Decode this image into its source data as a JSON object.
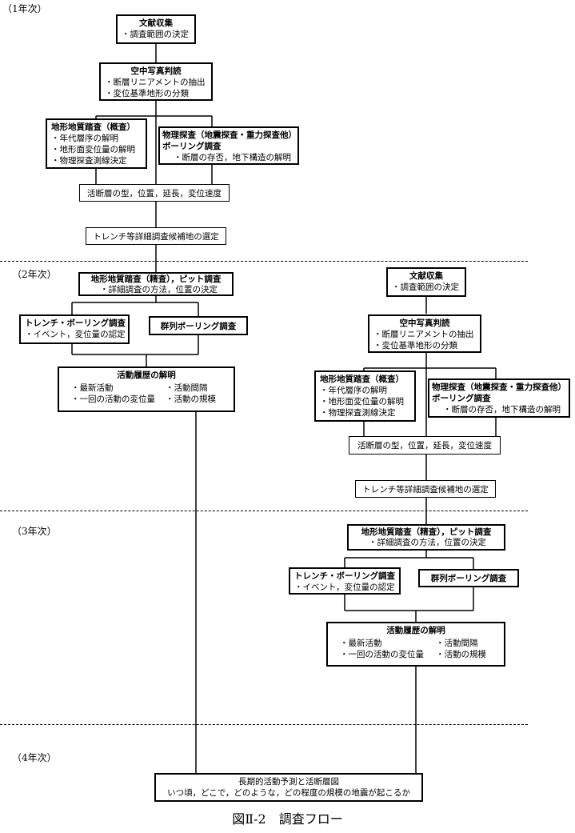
{
  "years": [
    "（1年次）",
    "（2年次）",
    "（3年次）",
    "（4年次）"
  ],
  "caption": "図Ⅱ-2　調査フロー",
  "left_flow": {
    "bunken": {
      "title": "文献収集",
      "item": "・調査範囲の決定"
    },
    "kuchu": {
      "title": "空中写真判読",
      "items": [
        "・断層リニアメントの抽出",
        "・変位基準地形の分類"
      ]
    },
    "chikei_gaisa": {
      "title": "地形地質踏査（概査）",
      "items": [
        "・年代層序の解明",
        "・地形面変位量の解明",
        "・物理探査測線決定"
      ]
    },
    "butsuri": {
      "title1": "物理探査（地震探査・重力探査他）",
      "title2": "ボーリング調査",
      "item": "・断層の存否，地下構造の解明"
    },
    "katsudanso": "活断層の型，位置，延長，変位速度",
    "trench_sentei": "トレンチ等詳細調査候補地の選定",
    "chikei_seisa": {
      "title": "地形地質踏査（精査），ピット調査",
      "item": "・詳細調査の方法，位置の決定"
    },
    "trench_boring": {
      "title": "トレンチ・ボーリング調査",
      "item": "・イベント，変位量の認定"
    },
    "gunretsu": "群列ボーリング調査",
    "rireki": {
      "title": "活動履歴の解明",
      "col1": [
        "・最新活動",
        "・一回の活動の変位量"
      ],
      "col2": [
        "・活動間隔",
        "・活動の規模"
      ]
    }
  },
  "right_flow": {
    "bunken": {
      "title": "文献収集",
      "item": "・調査範囲の決定"
    },
    "kuchu": {
      "title": "空中写真判読",
      "items": [
        "・断層リニアメントの抽出",
        "・変位基準地形の分類"
      ]
    },
    "chikei_gaisa": {
      "title": "地形地質踏査（概査）",
      "items": [
        "・年代層序の解明",
        "・地形面変位量の解明",
        "・物理探査測線決定"
      ]
    },
    "butsuri": {
      "title1": "物理探査（地震探査・重力探査他）",
      "title2": "ボーリング調査",
      "item": "・断層の存否，地下構造の解明"
    },
    "katsudanso": "活断層の型，位置，延長，変位速度",
    "trench_sentei": "トレンチ等詳細調査候補地の選定",
    "chikei_seisa": {
      "title": "地形地質踏査（精査），ピット調査",
      "item": "・詳細調査の方法，位置の決定"
    },
    "trench_boring": {
      "title": "トレンチ・ボーリング調査",
      "item": "・イベント，変位量の認定"
    },
    "gunretsu": "群列ボーリング調査",
    "rireki": {
      "title": "活動履歴の解明",
      "col1": [
        "・最新活動",
        "・一回の活動の変位量"
      ],
      "col2": [
        "・活動間隔",
        "・活動の規模"
      ]
    }
  },
  "final": {
    "title": "長期的活動予測と活断層図",
    "text": "いつ頃，どこで，どのような，どの程度の規模の地震が起こるか"
  }
}
